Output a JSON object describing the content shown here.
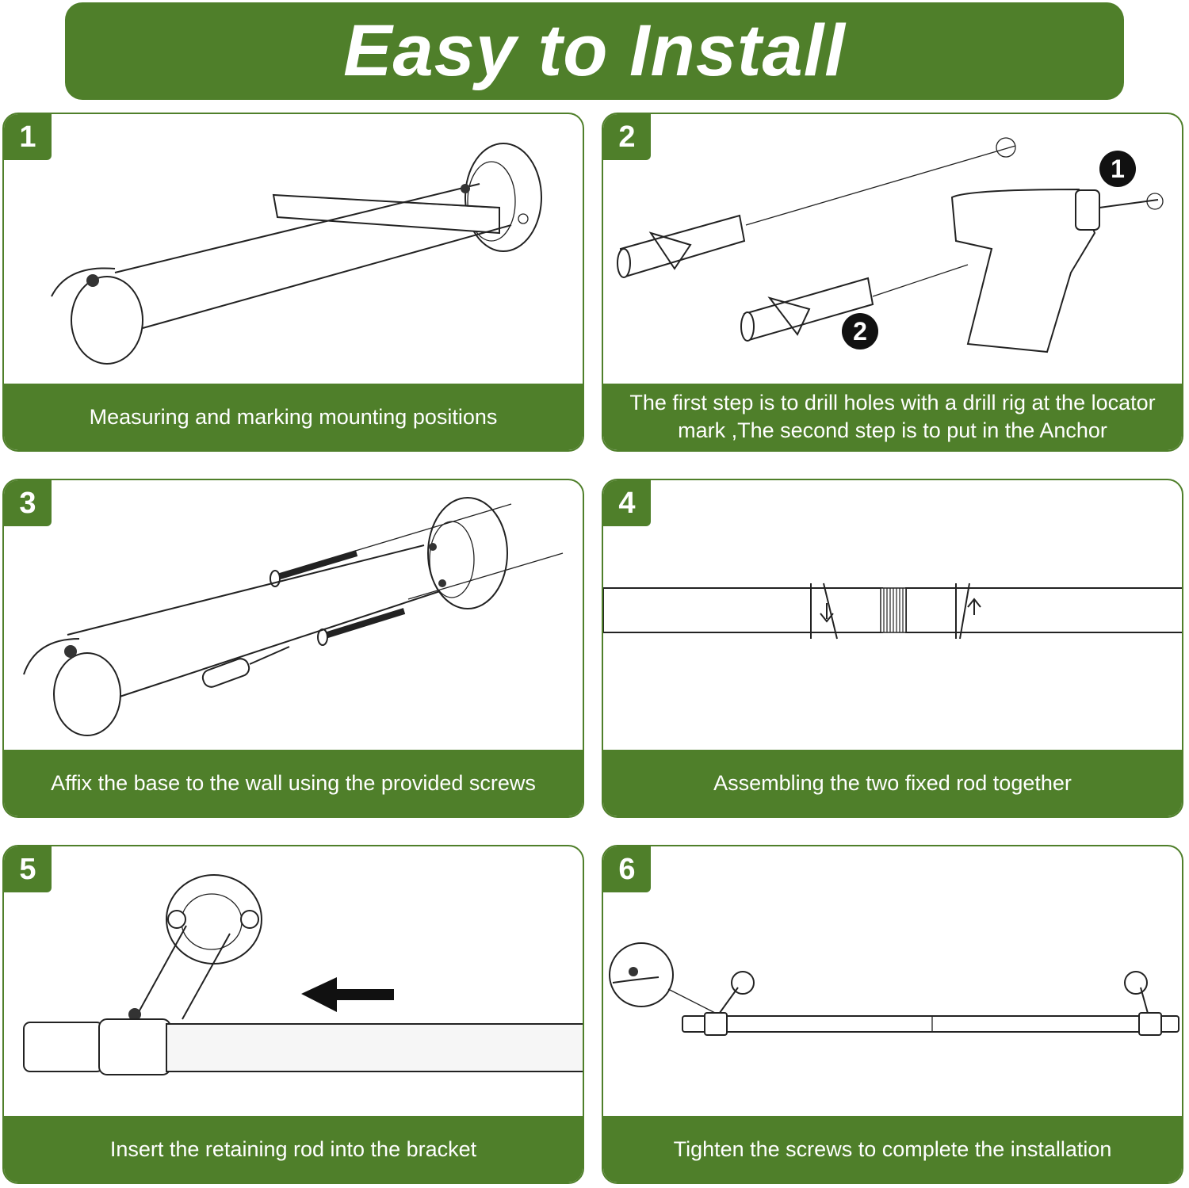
{
  "header": {
    "title": "Easy to Install"
  },
  "steps": [
    {
      "number": "1",
      "caption": "Measuring and marking mounting positions"
    },
    {
      "number": "2",
      "caption": "The first step is to drill holes with a drill rig at the locator mark ,The second step is to put in the Anchor",
      "badge_1": "1",
      "badge_2": "2"
    },
    {
      "number": "3",
      "caption": "Affix the base to the wall using the provided screws"
    },
    {
      "number": "4",
      "caption": "Assembling the two fixed rod together"
    },
    {
      "number": "5",
      "caption": "Insert the retaining rod into the bracket"
    },
    {
      "number": "6",
      "caption": "Tighten the screws to complete the installation"
    }
  ],
  "colors": {
    "accent": "#4f7f2a",
    "text_on_accent": "#ffffff",
    "line": "#222222"
  }
}
